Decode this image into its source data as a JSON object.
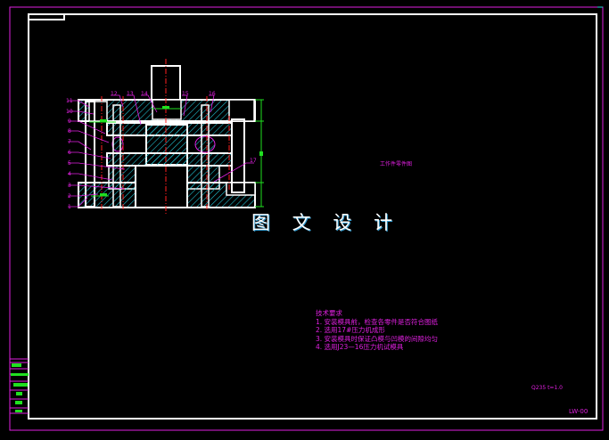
{
  "watermark": "图 文 设 计",
  "sheet": {
    "border_color": "#e020e0",
    "frame_color": "#ffffff",
    "section_label": "工作件零件图"
  },
  "colors": {
    "outline": "#ffffff",
    "centerline": "#ff2020",
    "dimension": "#20e020",
    "leader": "#e020e0",
    "hatch": "#20c0d0",
    "blank": "#2020ff"
  },
  "section_view": {
    "part_balloons": [
      "1",
      "2",
      "3",
      "4",
      "5",
      "6",
      "7",
      "8",
      "9",
      "10",
      "11",
      "12",
      "13",
      "14",
      "15",
      "16",
      "17"
    ]
  },
  "technical_requirements": {
    "title": "技术要求",
    "items": [
      "1. 安装模具前，检查各零件是否符合图纸",
      "2. 选用17#压力机成形",
      "3. 安装模具时保证凸模与凹模的间隙均匀",
      "4. 选用J23—16压力机试模具"
    ]
  },
  "title_block": {
    "material": "Q235 t=1.0",
    "drawing_no": "LW-00",
    "rows": 18
  }
}
